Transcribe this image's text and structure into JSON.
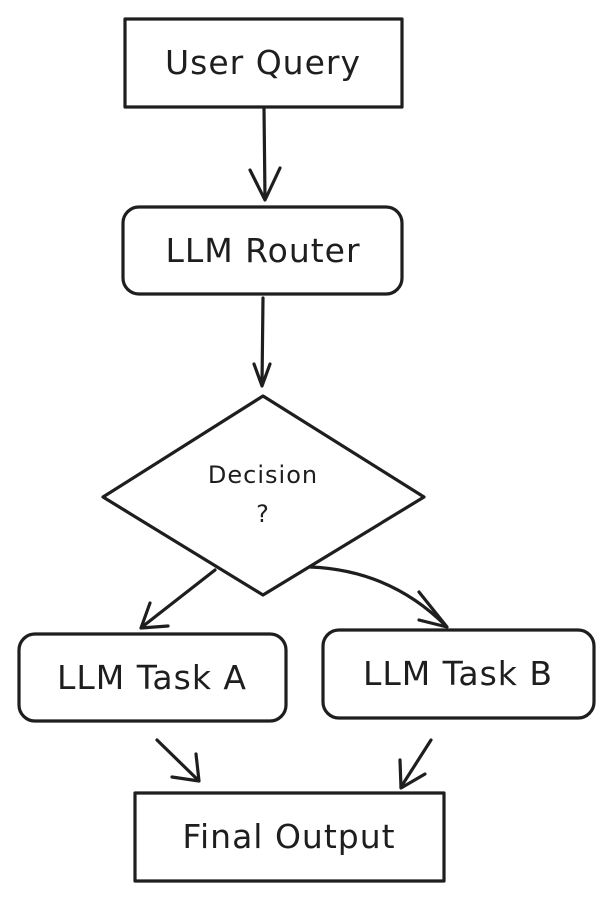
{
  "diagram": {
    "nodes": {
      "user_query": "User Query",
      "llm_router": "LLM Router",
      "decision_line1": "Decision",
      "decision_line2": "?",
      "task_a": "LLM Task A",
      "task_b": "LLM Task B",
      "final_output": "Final Output"
    },
    "edges": [
      {
        "from": "user_query",
        "to": "llm_router"
      },
      {
        "from": "llm_router",
        "to": "decision"
      },
      {
        "from": "decision",
        "to": "task_a"
      },
      {
        "from": "decision",
        "to": "task_b"
      },
      {
        "from": "task_a",
        "to": "final_output"
      },
      {
        "from": "task_b",
        "to": "final_output"
      }
    ]
  }
}
